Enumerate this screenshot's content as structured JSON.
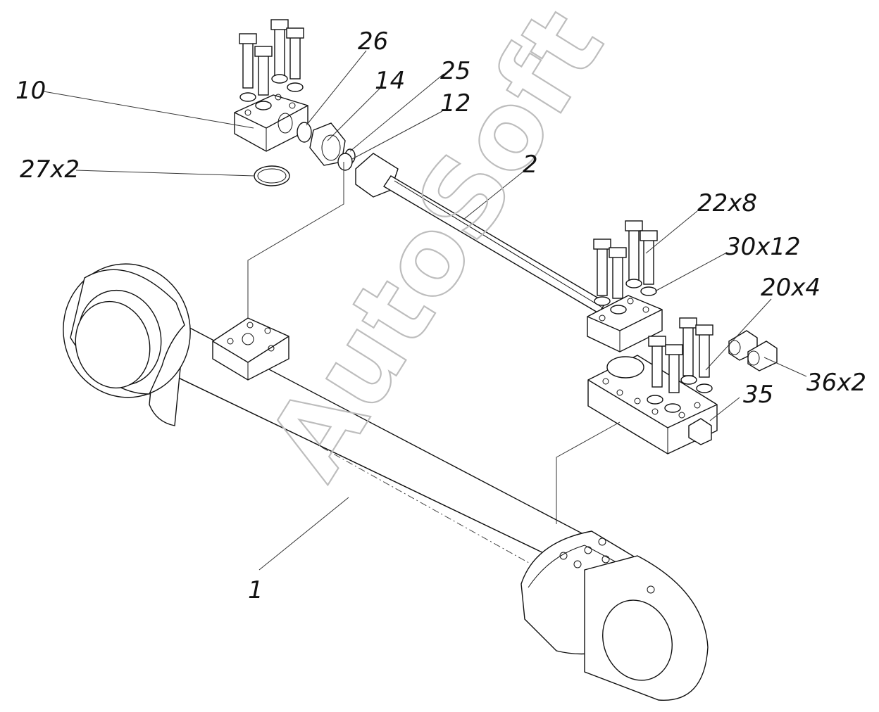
{
  "watermark": "AutoSoft",
  "callouts": [
    {
      "id": "10",
      "text": "10"
    },
    {
      "id": "26",
      "text": "26"
    },
    {
      "id": "14",
      "text": "14"
    },
    {
      "id": "25",
      "text": "25"
    },
    {
      "id": "12",
      "text": "12"
    },
    {
      "id": "27x2",
      "text": "27x2"
    },
    {
      "id": "2",
      "text": "2"
    },
    {
      "id": "22x8",
      "text": "22x8"
    },
    {
      "id": "30x12",
      "text": "30x12"
    },
    {
      "id": "20x4",
      "text": "20x4"
    },
    {
      "id": "36x2",
      "text": "36x2"
    },
    {
      "id": "35",
      "text": "35"
    },
    {
      "id": "1",
      "text": "1"
    }
  ],
  "colors": {
    "ink": "#111111",
    "watermark": "#bdbdbd",
    "background": "#ffffff"
  }
}
